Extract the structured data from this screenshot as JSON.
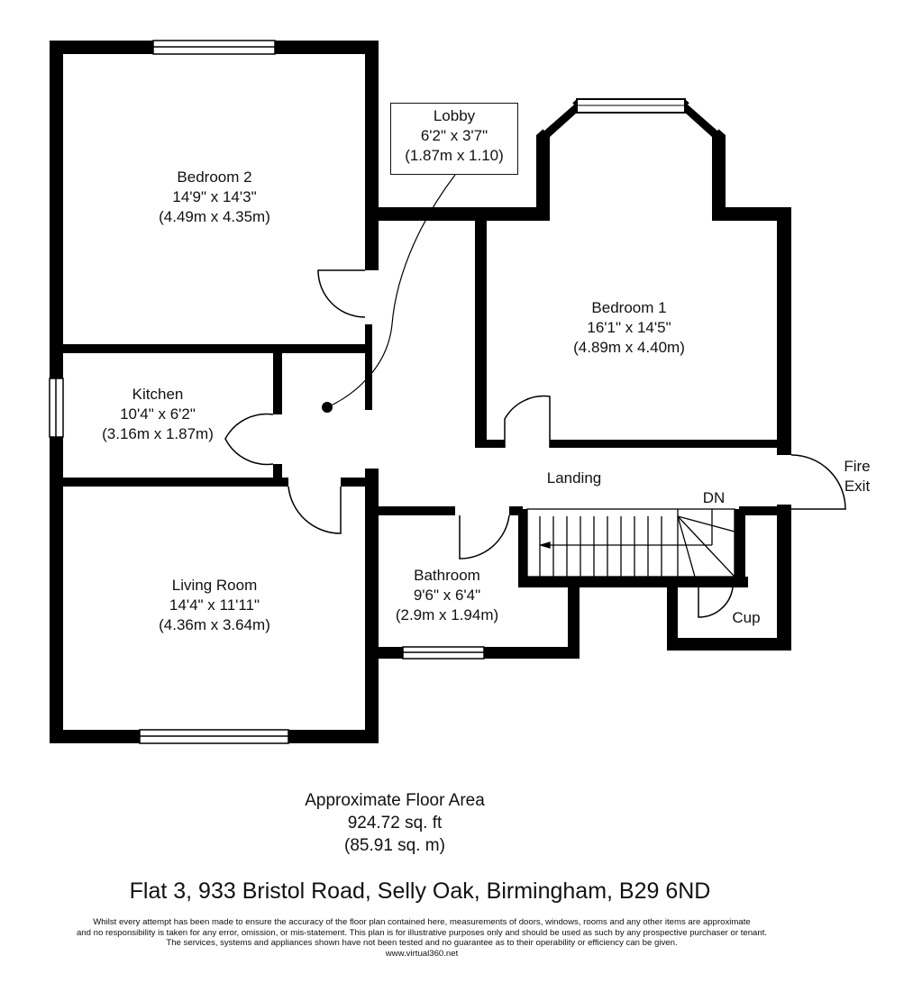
{
  "rooms": {
    "bedroom2": {
      "name": "Bedroom 2",
      "imperial": "14'9\" x 14'3\"",
      "metric": "(4.49m x 4.35m)"
    },
    "lobby": {
      "name": "Lobby",
      "imperial": "6'2\" x 3'7\"",
      "metric": "(1.87m x 1.10)"
    },
    "bedroom1": {
      "name": "Bedroom 1",
      "imperial": "16'1\" x 14'5\"",
      "metric": "(4.89m x 4.40m)"
    },
    "kitchen": {
      "name": "Kitchen",
      "imperial": "10'4\" x 6'2\"",
      "metric": "(3.16m x 1.87m)"
    },
    "living_room": {
      "name": "Living Room",
      "imperial": "14'4\" x 11'11\"",
      "metric": "(4.36m x 3.64m)"
    },
    "bathroom": {
      "name": "Bathroom",
      "imperial": "9'6\" x 6'4\"",
      "metric": "(2.9m x 1.94m)"
    },
    "landing": {
      "name": "Landing"
    },
    "cup": {
      "name": "Cup"
    }
  },
  "labels": {
    "stairs_down": "DN",
    "fire_exit_1": "Fire",
    "fire_exit_2": "Exit"
  },
  "floor_area": {
    "title": "Approximate Floor Area",
    "sqft": "924.72 sq. ft",
    "sqm": "(85.91 sq. m)"
  },
  "address": "Flat 3, 933 Bristol Road, Selly Oak, Birmingham, B29 6ND",
  "disclaimer": [
    "Whilst every attempt has been made to ensure the accuracy of the floor plan contained here, measurements of doors, windows, rooms and any other items are approximate",
    "and no responsibility is taken for any error, omission, or mis-statement. This plan is for illustrative purposes only and should be used as such by any prospective purchaser or tenant.",
    "The services, systems and appliances shown have not been tested and no guarantee as to their operability or efficiency can be given.",
    "www.virtual360.net"
  ]
}
